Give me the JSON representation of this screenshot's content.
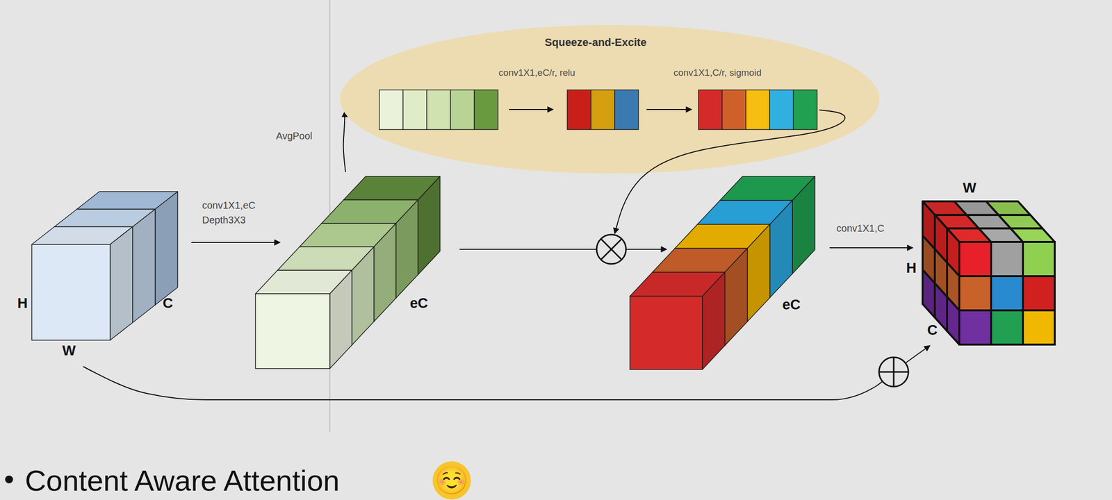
{
  "diagram": {
    "nodes": [
      {
        "text": [
          "H",
          "C",
          "W"
        ]
      },
      {
        "text": [
          "eC"
        ]
      },
      {
        "text": [
          "Squeeze-and-Excite"
        ]
      },
      {
        "text": [
          "eC"
        ]
      },
      {
        "text": [
          "W",
          "H",
          "C"
        ]
      }
    ],
    "edges": [
      {
        "from": 0,
        "to": 1,
        "arrow": "to",
        "label": "conv1X1,eC Depth3X3"
      },
      {
        "from": 1,
        "to": 2,
        "arrow": "to",
        "label": "AvgPool"
      },
      {
        "from": 1,
        "to": 3,
        "arrow": "to"
      },
      {
        "from": 3,
        "to": 4,
        "arrow": "to",
        "label": "conv1X1,C"
      },
      {
        "from": 0,
        "to": 4,
        "arrow": "to"
      }
    ],
    "labels": [
      "conv1X1,eC/r, relu",
      "conv1X1,C/r, sigmoid",
      "•",
      "Content Aware Attention",
      "☺️"
    ]
  }
}
